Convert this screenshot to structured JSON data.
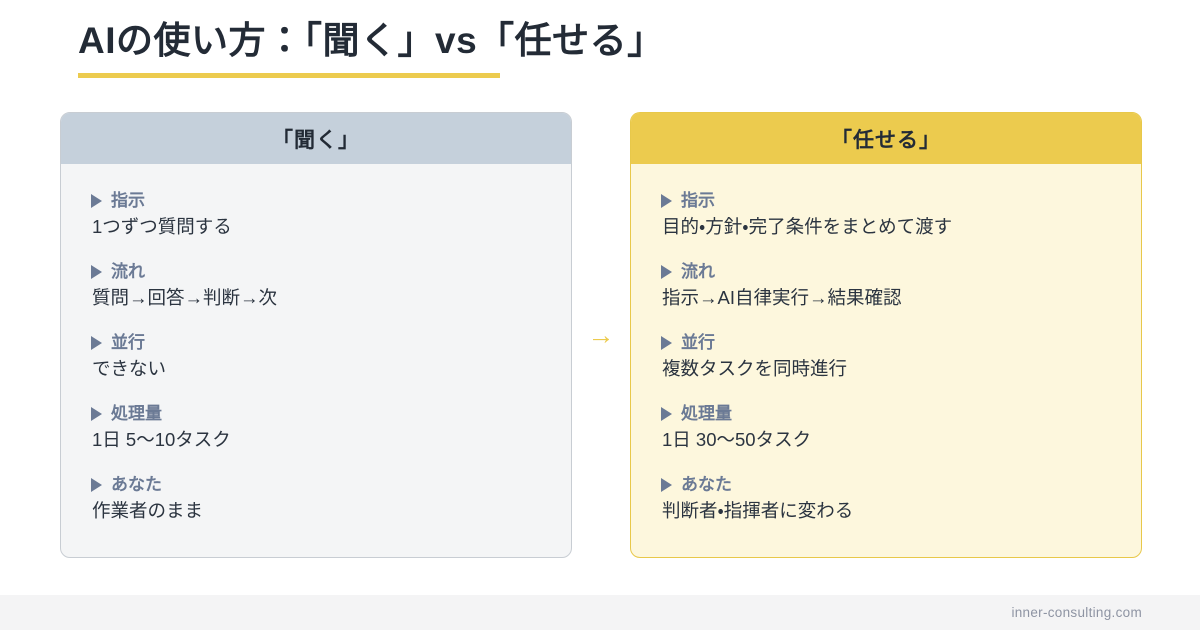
{
  "slide": {
    "title": "AIの使い方：「聞く」vs「任せる」",
    "accent_color": "#eccb4e",
    "title_color": "#232b36",
    "background": "#ffffff"
  },
  "arrow": {
    "glyph": "→",
    "color": "#eccb4e"
  },
  "cards": [
    {
      "id": "kiku",
      "header": "「聞く」",
      "header_bg": "#c5d0db",
      "body_bg": "#f4f5f6",
      "border_color": "#c8cdd3",
      "rows": [
        {
          "label": "指示",
          "value": "1つずつ質問する"
        },
        {
          "label": "流れ",
          "value": "質問→回答→判断→次"
        },
        {
          "label": "並行",
          "value": "できない"
        },
        {
          "label": "処理量",
          "value": "1日 5〜10タスク"
        },
        {
          "label": "あなた",
          "value": "作業者のまま"
        }
      ]
    },
    {
      "id": "makaseru",
      "header": "「任せる」",
      "header_bg": "#eccb4e",
      "body_bg": "#fdf7dd",
      "border_color": "#e8c84a",
      "rows": [
        {
          "label": "指示",
          "value": "目的・方針・完了条件をまとめて渡す"
        },
        {
          "label": "流れ",
          "value": "指示→AI自律実行→結果確認"
        },
        {
          "label": "並行",
          "value": "複数タスクを同時進行"
        },
        {
          "label": "処理量",
          "value": "1日 30〜50タスク"
        },
        {
          "label": "あなた",
          "value": "判断者・指揮者に変わる"
        }
      ]
    }
  ],
  "footer": {
    "site": "inner-consulting.com"
  }
}
